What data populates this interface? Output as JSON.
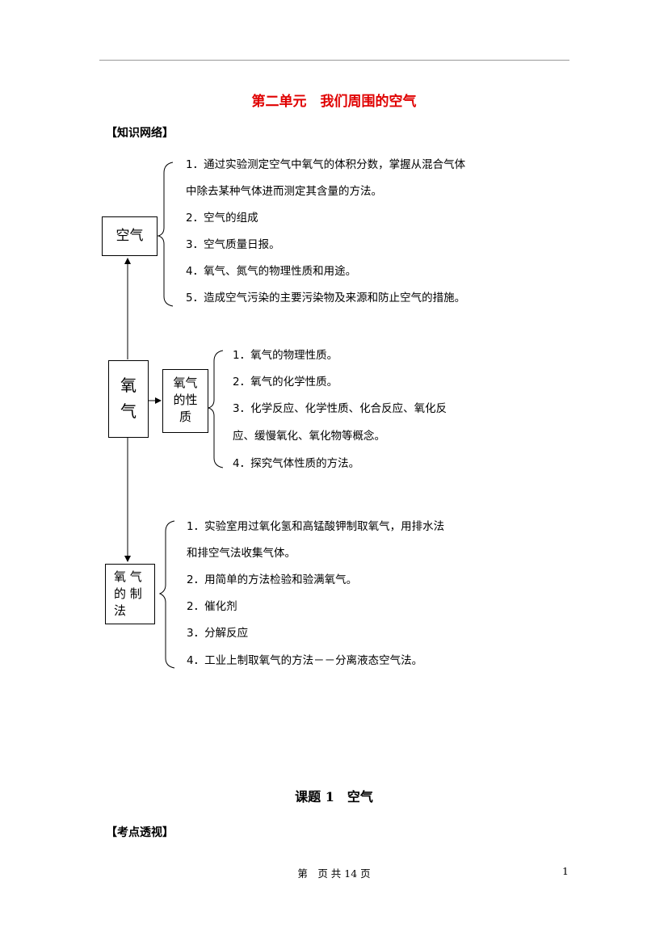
{
  "document": {
    "title": "第二单元　我们周围的空气",
    "section_network": "【知识网络】",
    "lesson_title": "课题 1　空气",
    "section_kaodian": "【考点透视】",
    "footer": "第　页 共 14 页",
    "page_number": "1"
  },
  "diagram": {
    "air_box": "空气",
    "oxygen_box": [
      "氧",
      "气"
    ],
    "properties_box": [
      "氧气",
      "的性",
      "质"
    ],
    "preparation_box": [
      "氧 气",
      "的 制",
      "法"
    ],
    "air_items": [
      "1．通过实验测定空气中氧气的体积分数，掌握从混合气体",
      "中除去某种气体进而测定其含量的方法。",
      "2．空气的组成",
      "3．空气质量日报。",
      "4．氧气、氮气的物理性质和用途。",
      "5．造成空气污染的主要污染物及来源和防止空气的措施。"
    ],
    "property_items": [
      "1．氧气的物理性质。",
      "2．氧气的化学性质。",
      "3．化学反应、化学性质、化合反应、氧化反",
      "应、缓慢氧化、氧化物等概念。",
      "4．探究气体性质的方法。"
    ],
    "preparation_items": [
      "1．实验室用过氧化氢和高锰酸钾制取氧气，用排水法",
      "和排空气法收集气体。",
      "2．用简单的方法检验和验满氧气。",
      "2．催化剂",
      "3．分解反应",
      "4．工业上制取氧气的方法－－分离液态空气法。"
    ]
  }
}
